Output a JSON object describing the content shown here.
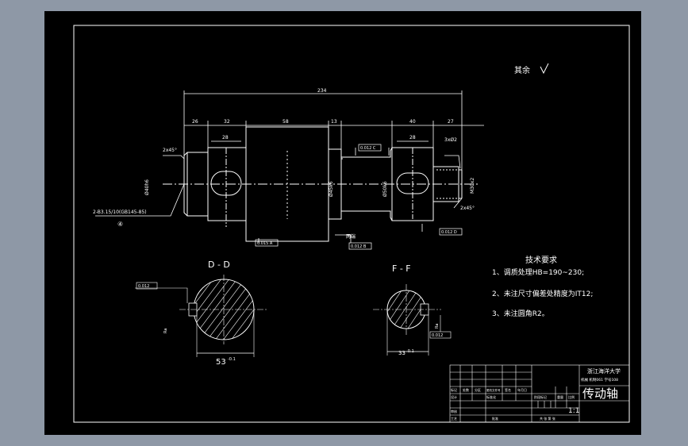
{
  "roughness_note": "其余",
  "roughness_symbol": "Ra",
  "dims": {
    "overall": "234",
    "d1": "26",
    "d2": "32",
    "d3": "58",
    "d4": "13",
    "d5": "40",
    "d6": "27",
    "k1": "28",
    "k2": "28",
    "chamfer_left": "2x45°",
    "chamfer_right": "2x45°",
    "thread": "3xØ2",
    "center_hole": "2-B3.15/10(GB145-85)",
    "center_marker": "④",
    "dia_left": "Ø40h6",
    "dia_mid1": "Ø45k6",
    "dia_mid2": "Ø50k6",
    "dia_right": "M30x2",
    "tol_a": "0.015 A",
    "tol_b": "0.012 B",
    "tol_c": "0.012 C",
    "tol_d": "0.012 D",
    "label_both": "两端",
    "sec_d_width": "53",
    "sec_d_width_tol": "-0.1",
    "sec_f_width": "33",
    "sec_f_width_tol": "-0.1",
    "sym_d": "0.012",
    "sym_f": "0.012"
  },
  "section_d_title": "D - D",
  "section_f_title": "F - F",
  "tech": {
    "title": "技术要求",
    "items": [
      "1、调质处理HB=190~230;",
      "2、未注尺寸偏差处精度为IT12;",
      "3、未注圆角R2。"
    ]
  },
  "title_block": {
    "school": "浙江海洋大学",
    "class_line": "机械 机制061 学号108",
    "part_name": "传动轴",
    "scale": "1:1",
    "labels": [
      "标记",
      "处数",
      "分区",
      "更改文件号",
      "签名",
      "年月日",
      "设计",
      "标准化",
      "阶段标记",
      "重量",
      "比例",
      "审核",
      "工艺",
      "批准",
      "共 张 第 张"
    ]
  },
  "colors": {
    "background": "#8e98a6",
    "paper": "#000000",
    "line": "#ffffff",
    "dim": "#ffffff",
    "center": "#ffffff"
  }
}
